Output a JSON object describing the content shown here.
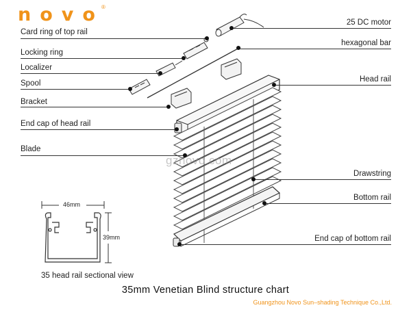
{
  "brand": {
    "logo_text": "novo",
    "registered_mark": "®",
    "color": "#f0931a"
  },
  "watermark": "gznovo.com",
  "labels": {
    "card_ring": "Card ring of top rail",
    "locking_ring": "Locking ring",
    "localizer": "Localizer",
    "spool": "Spool",
    "bracket": "Bracket",
    "end_cap_head": "End cap of head rail",
    "blade": "Blade",
    "motor": "25 DC motor",
    "hex_bar": "hexagonal bar",
    "head_rail": "Head rail",
    "drawstring": "Drawstring",
    "bottom_rail": "Bottom rail",
    "end_cap_bottom": "End cap of bottom rail"
  },
  "section": {
    "width_label": "46mm",
    "height_label": "39mm",
    "caption": "35 head rail sectional view"
  },
  "title": "35mm Venetian Blind structure chart",
  "company": "Guangzhou Novo Sun–shading Technique Co.,Ltd."
}
